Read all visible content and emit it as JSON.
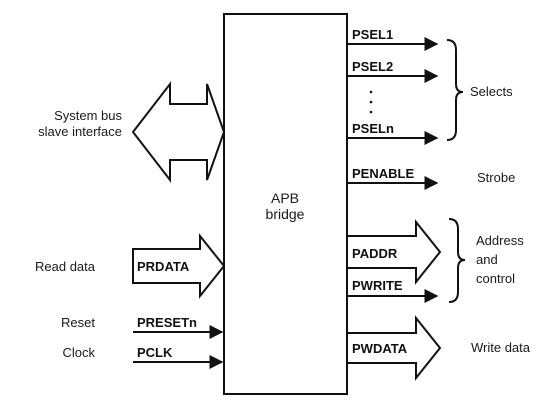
{
  "bridge": {
    "line1": "APB",
    "line2": "bridge"
  },
  "left": {
    "system_bus_line1": "System bus",
    "system_bus_line2": "slave interface",
    "read_data": "Read data",
    "reset": "Reset",
    "clock": "Clock"
  },
  "signals": {
    "prdata": "PRDATA",
    "presetn": "PRESETn",
    "pclk": "PCLK",
    "psel1": "PSEL1",
    "psel2": "PSEL2",
    "pseln": "PSELn",
    "penable": "PENABLE",
    "paddr": "PADDR",
    "pwrite": "PWRITE",
    "pwdata": "PWDATA"
  },
  "right": {
    "selects": "Selects",
    "strobe": "Strobe",
    "address_line1": "Address",
    "address_line2": "and",
    "address_line3": "control",
    "write_data": "Write data"
  }
}
